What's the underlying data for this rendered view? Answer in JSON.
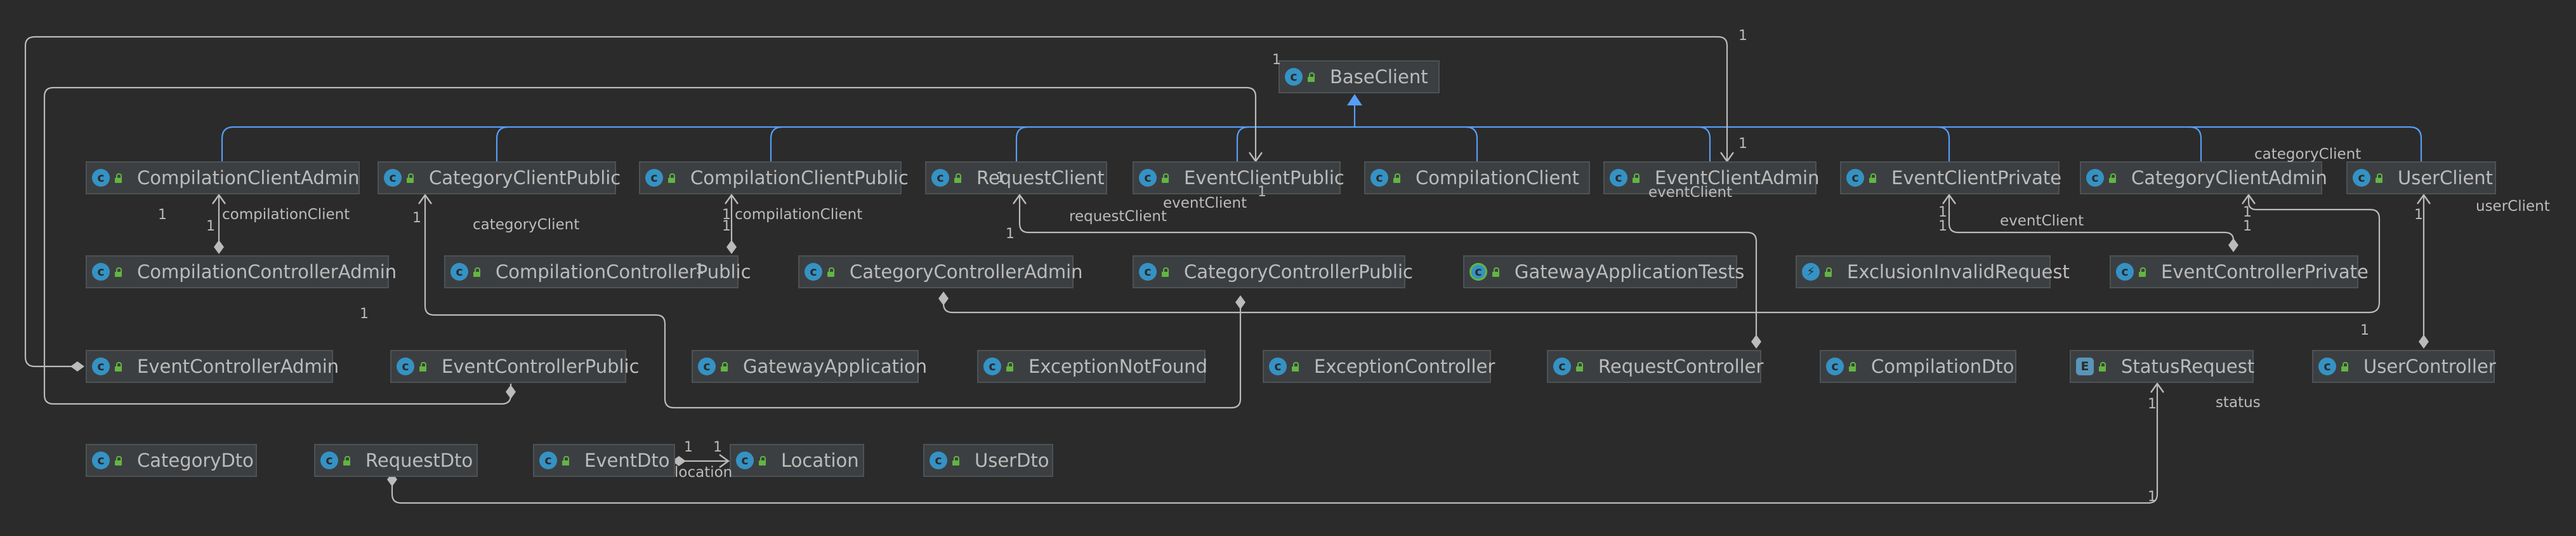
{
  "colors": {
    "background": "#2b2b2b",
    "node_fill": "#3c3f41",
    "node_border": "#4e5254",
    "text": "#bbbbbb",
    "inheritance_edge": "#589df6",
    "association_edge": "#bbbbbb",
    "class_icon": "#3592c4",
    "public_lock": "#62b543"
  },
  "nodes": {
    "BaseClient": {
      "label": "BaseClient",
      "kind": "class"
    },
    "CompilationClientAdmin": {
      "label": "CompilationClientAdmin",
      "kind": "class"
    },
    "CategoryClientPublic": {
      "label": "CategoryClientPublic",
      "kind": "class"
    },
    "CompilationClientPublic": {
      "label": "CompilationClientPublic",
      "kind": "class"
    },
    "RequestClient": {
      "label": "RequestClient",
      "kind": "class"
    },
    "EventClientPublic": {
      "label": "EventClientPublic",
      "kind": "class"
    },
    "CompilationClient": {
      "label": "CompilationClient",
      "kind": "class"
    },
    "EventClientAdmin": {
      "label": "EventClientAdmin",
      "kind": "class"
    },
    "EventClientPrivate": {
      "label": "EventClientPrivate",
      "kind": "class"
    },
    "CategoryClientAdmin": {
      "label": "CategoryClientAdmin",
      "kind": "class"
    },
    "UserClient": {
      "label": "UserClient",
      "kind": "class"
    },
    "CompilationControllerAdmin": {
      "label": "CompilationControllerAdmin",
      "kind": "class"
    },
    "CompilationControllerPublic": {
      "label": "CompilationControllerPublic",
      "kind": "class"
    },
    "CategoryControllerAdmin": {
      "label": "CategoryControllerAdmin",
      "kind": "class"
    },
    "CategoryControllerPublic": {
      "label": "CategoryControllerPublic",
      "kind": "class"
    },
    "GatewayApplicationTests": {
      "label": "GatewayApplicationTests",
      "kind": "test"
    },
    "ExclusionInvalidRequest": {
      "label": "ExclusionInvalidRequest",
      "kind": "exception"
    },
    "EventControllerPrivate": {
      "label": "EventControllerPrivate",
      "kind": "class"
    },
    "EventControllerAdmin": {
      "label": "EventControllerAdmin",
      "kind": "class"
    },
    "EventControllerPublic": {
      "label": "EventControllerPublic",
      "kind": "class"
    },
    "GatewayApplication": {
      "label": "GatewayApplication",
      "kind": "class"
    },
    "ExceptionNotFound": {
      "label": "ExceptionNotFound",
      "kind": "class"
    },
    "ExceptionController": {
      "label": "ExceptionController",
      "kind": "class"
    },
    "RequestController": {
      "label": "RequestController",
      "kind": "class"
    },
    "CompilationDto": {
      "label": "CompilationDto",
      "kind": "class"
    },
    "StatusRequest": {
      "label": "StatusRequest",
      "kind": "enum"
    },
    "UserController": {
      "label": "UserController",
      "kind": "class"
    },
    "CategoryDto": {
      "label": "CategoryDto",
      "kind": "class"
    },
    "RequestDto": {
      "label": "RequestDto",
      "kind": "class"
    },
    "EventDto": {
      "label": "EventDto",
      "kind": "class"
    },
    "Location": {
      "label": "Location",
      "kind": "class"
    },
    "UserDto": {
      "label": "UserDto",
      "kind": "class"
    }
  },
  "icons": {
    "class": "c-class-icon",
    "enum": "e-enum-icon",
    "test": "test-class-icon",
    "exception": "exception-class-icon",
    "visibility": "public-lock-icon"
  },
  "edge_labels": {
    "compilationClient_admin": "compilationClient",
    "categoryClient_public": "categoryClient",
    "compilationClient_public": "compilationClient",
    "requestClient": "requestClient",
    "eventClient_public": "eventClient",
    "eventClient_admin": "eventClient",
    "eventClient_private": "eventClient",
    "categoryClient_admin": "categoryClient",
    "userClient": "userClient",
    "status": "status",
    "location": "location"
  },
  "multiplicity": "1",
  "inheritance": {
    "parent": "BaseClient",
    "children": [
      "CompilationClientAdmin",
      "CategoryClientPublic",
      "CompilationClientPublic",
      "RequestClient",
      "EventClientPublic",
      "CompilationClient",
      "EventClientAdmin",
      "EventClientPrivate",
      "CategoryClientAdmin",
      "UserClient"
    ]
  }
}
